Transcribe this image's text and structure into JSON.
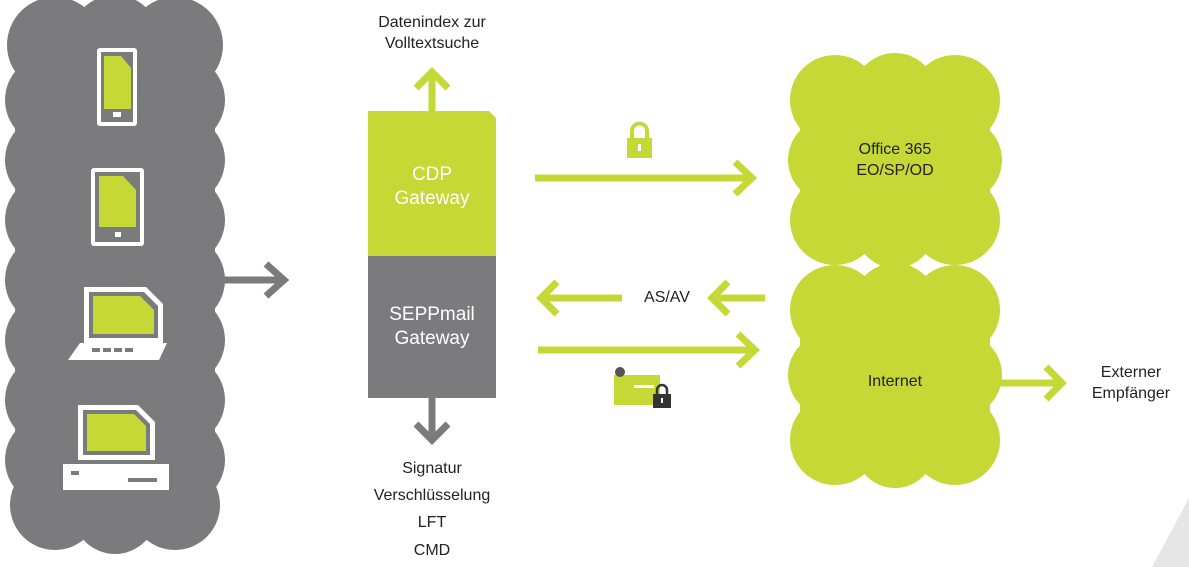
{
  "top_output": {
    "line1": "Datenindex zur",
    "line2": "Volltextsuche"
  },
  "cdp_gateway": {
    "line1": "CDP",
    "line2": "Gateway"
  },
  "seppmail_gateway": {
    "line1": "SEPPmail",
    "line2": "Gateway"
  },
  "office365": {
    "line1": "Office 365",
    "line2": "EO/SP/OD"
  },
  "as_av_label": "AS/AV",
  "internet_label": "Internet",
  "external_recipient": {
    "line1": "Externer",
    "line2": "Empfänger"
  },
  "bottom_outputs": [
    "Signatur",
    "Verschlüsselung",
    "LFT",
    "CMD"
  ],
  "devices": [
    "phone-icon",
    "tablet-icon",
    "laptop-icon",
    "desktop-computer-icon"
  ],
  "colors": {
    "lime": "#c5d836",
    "gray": "#7b7b7d",
    "white": "#ffffff",
    "text": "#222222"
  }
}
